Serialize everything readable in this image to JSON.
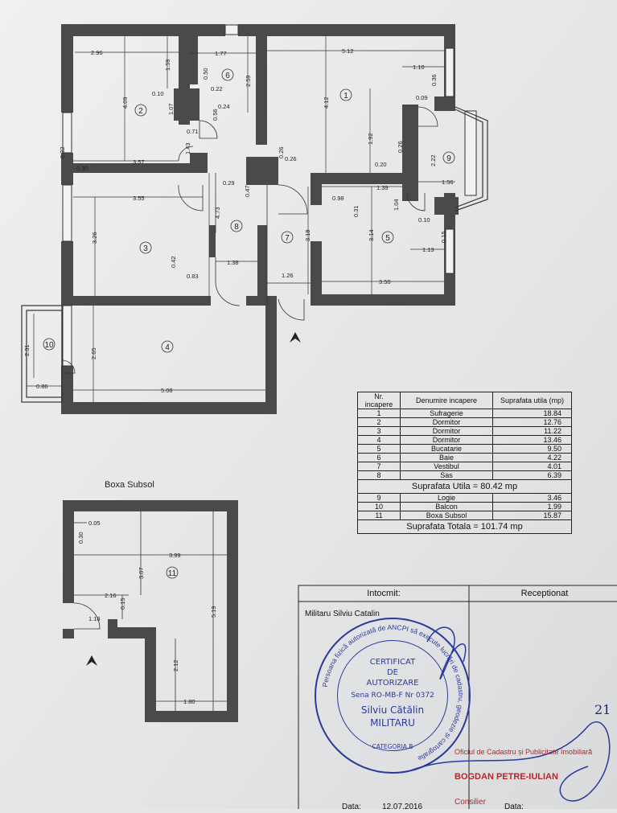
{
  "plan": {
    "rooms": {
      "r1": "1",
      "r2": "2",
      "r3": "3",
      "r4": "4",
      "r5": "5",
      "r6": "6",
      "r7": "7",
      "r8": "8",
      "r9": "9",
      "r10": "10",
      "r11": "11"
    },
    "dims": {
      "d_296": "2.96",
      "d_177": "1.77",
      "d_512": "5.12",
      "d_110": "1.10",
      "d_159": "1.59",
      "d_050": "0.50",
      "d_022": "0.22",
      "d_024": "0.24",
      "d_259": "2.59",
      "d_010a": "0.10",
      "d_107": "1.07",
      "d_409": "4.09",
      "d_056": "0.56",
      "d_071": "0.71",
      "d_412": "4.12",
      "d_009": "0.09",
      "d_036": "0.36",
      "d_192": "1.92",
      "d_032": "0.32",
      "d_030a": "0.30",
      "d_357": "3.57",
      "d_143": "1.43",
      "d_026a": "0.26",
      "d_026b": "0.26",
      "d_026c": "0.26",
      "d_020": "0.20",
      "d_222": "2.22",
      "d_029": "0.29",
      "d_047": "0.47",
      "d_098": "0.98",
      "d_139": "1.39",
      "d_156": "1.56",
      "d_355": "3.55",
      "d_473": "4.73",
      "d_031": "0.31",
      "d_104": "1.04",
      "d_010b": "0.10",
      "d_326": "3.26",
      "d_318": "3.18",
      "d_314": "3.14",
      "d_015": "0.15",
      "d_113": "1.13",
      "d_042": "0.42",
      "d_138": "1.38",
      "d_083": "0.83",
      "d_126": "1.26",
      "d_350": "3.50",
      "d_231": "2.31",
      "d_265": "2.65",
      "d_086": "0.86",
      "d_508": "5.08"
    }
  },
  "basement": {
    "title": "Boxa Subsol",
    "dims": {
      "b_005": "0.05",
      "b_030": "0.30",
      "b_399": "3.99",
      "b_307": "3.07",
      "b_216": "2.16",
      "b_015": "0.15",
      "b_519": "5.19",
      "b_118": "1.18",
      "b_212": "2.12",
      "b_180": "1.80"
    }
  },
  "table": {
    "h_nr": "Nr. incapere",
    "h_name": "Denumire incapere",
    "h_area": "Suprafata utila (mp)",
    "rows": [
      {
        "nr": "1",
        "name": "Sufragerie",
        "area": "18.84"
      },
      {
        "nr": "2",
        "name": "Dormitor",
        "area": "12.76"
      },
      {
        "nr": "3",
        "name": "Dormitor",
        "area": "11.22"
      },
      {
        "nr": "4",
        "name": "Dormitor",
        "area": "13.46"
      },
      {
        "nr": "5",
        "name": "Bucatarie",
        "area": "9.50"
      },
      {
        "nr": "6",
        "name": "Baie",
        "area": "4.22"
      },
      {
        "nr": "7",
        "name": "Vestibul",
        "area": "4.01"
      },
      {
        "nr": "8",
        "name": "Sas",
        "area": "6.39"
      }
    ],
    "util_total": "Suprafata Utila =  80.42  mp",
    "extra_rows": [
      {
        "nr": "9",
        "name": "Logie",
        "area": "3.46"
      },
      {
        "nr": "10",
        "name": "Balcon",
        "area": "1.99"
      },
      {
        "nr": "11",
        "name": "Boxa Subsol",
        "area": "15.87"
      }
    ],
    "grand_total": "Suprafata Totala = 101.74  mp"
  },
  "signature": {
    "intocmit": "Intocmit:",
    "receptionat": "Receptionat",
    "author": "Militaru Silviu Catalin",
    "date_label": "Data:",
    "date_value": "12.07.2016",
    "stamp": {
      "l1": "CERTIFICAT",
      "l2": "DE",
      "l3": "AUTORIZARE",
      "l4": "Sena RO-MB-F Nr 0372",
      "l5": "Silviu Cătălin",
      "l6": "MILITARU",
      "l7": "CATEGORIA B",
      "ring": "Persoana fizică autorizată de ANCPI să execute lucrări de cadastru, geodezie și cartografie"
    },
    "official": "Oficiul de Cadastru și Publicitate Imobiliară",
    "official_name": "BOGDAN PETRE-IULIAN",
    "official_role": "Consilier",
    "official_date_label": "Data:",
    "handwritten": "21"
  },
  "colors": {
    "wall": "#4a4a4c",
    "ink": "#222222",
    "stamp": "#2a3a9a",
    "red_stamp": "#b02828"
  }
}
